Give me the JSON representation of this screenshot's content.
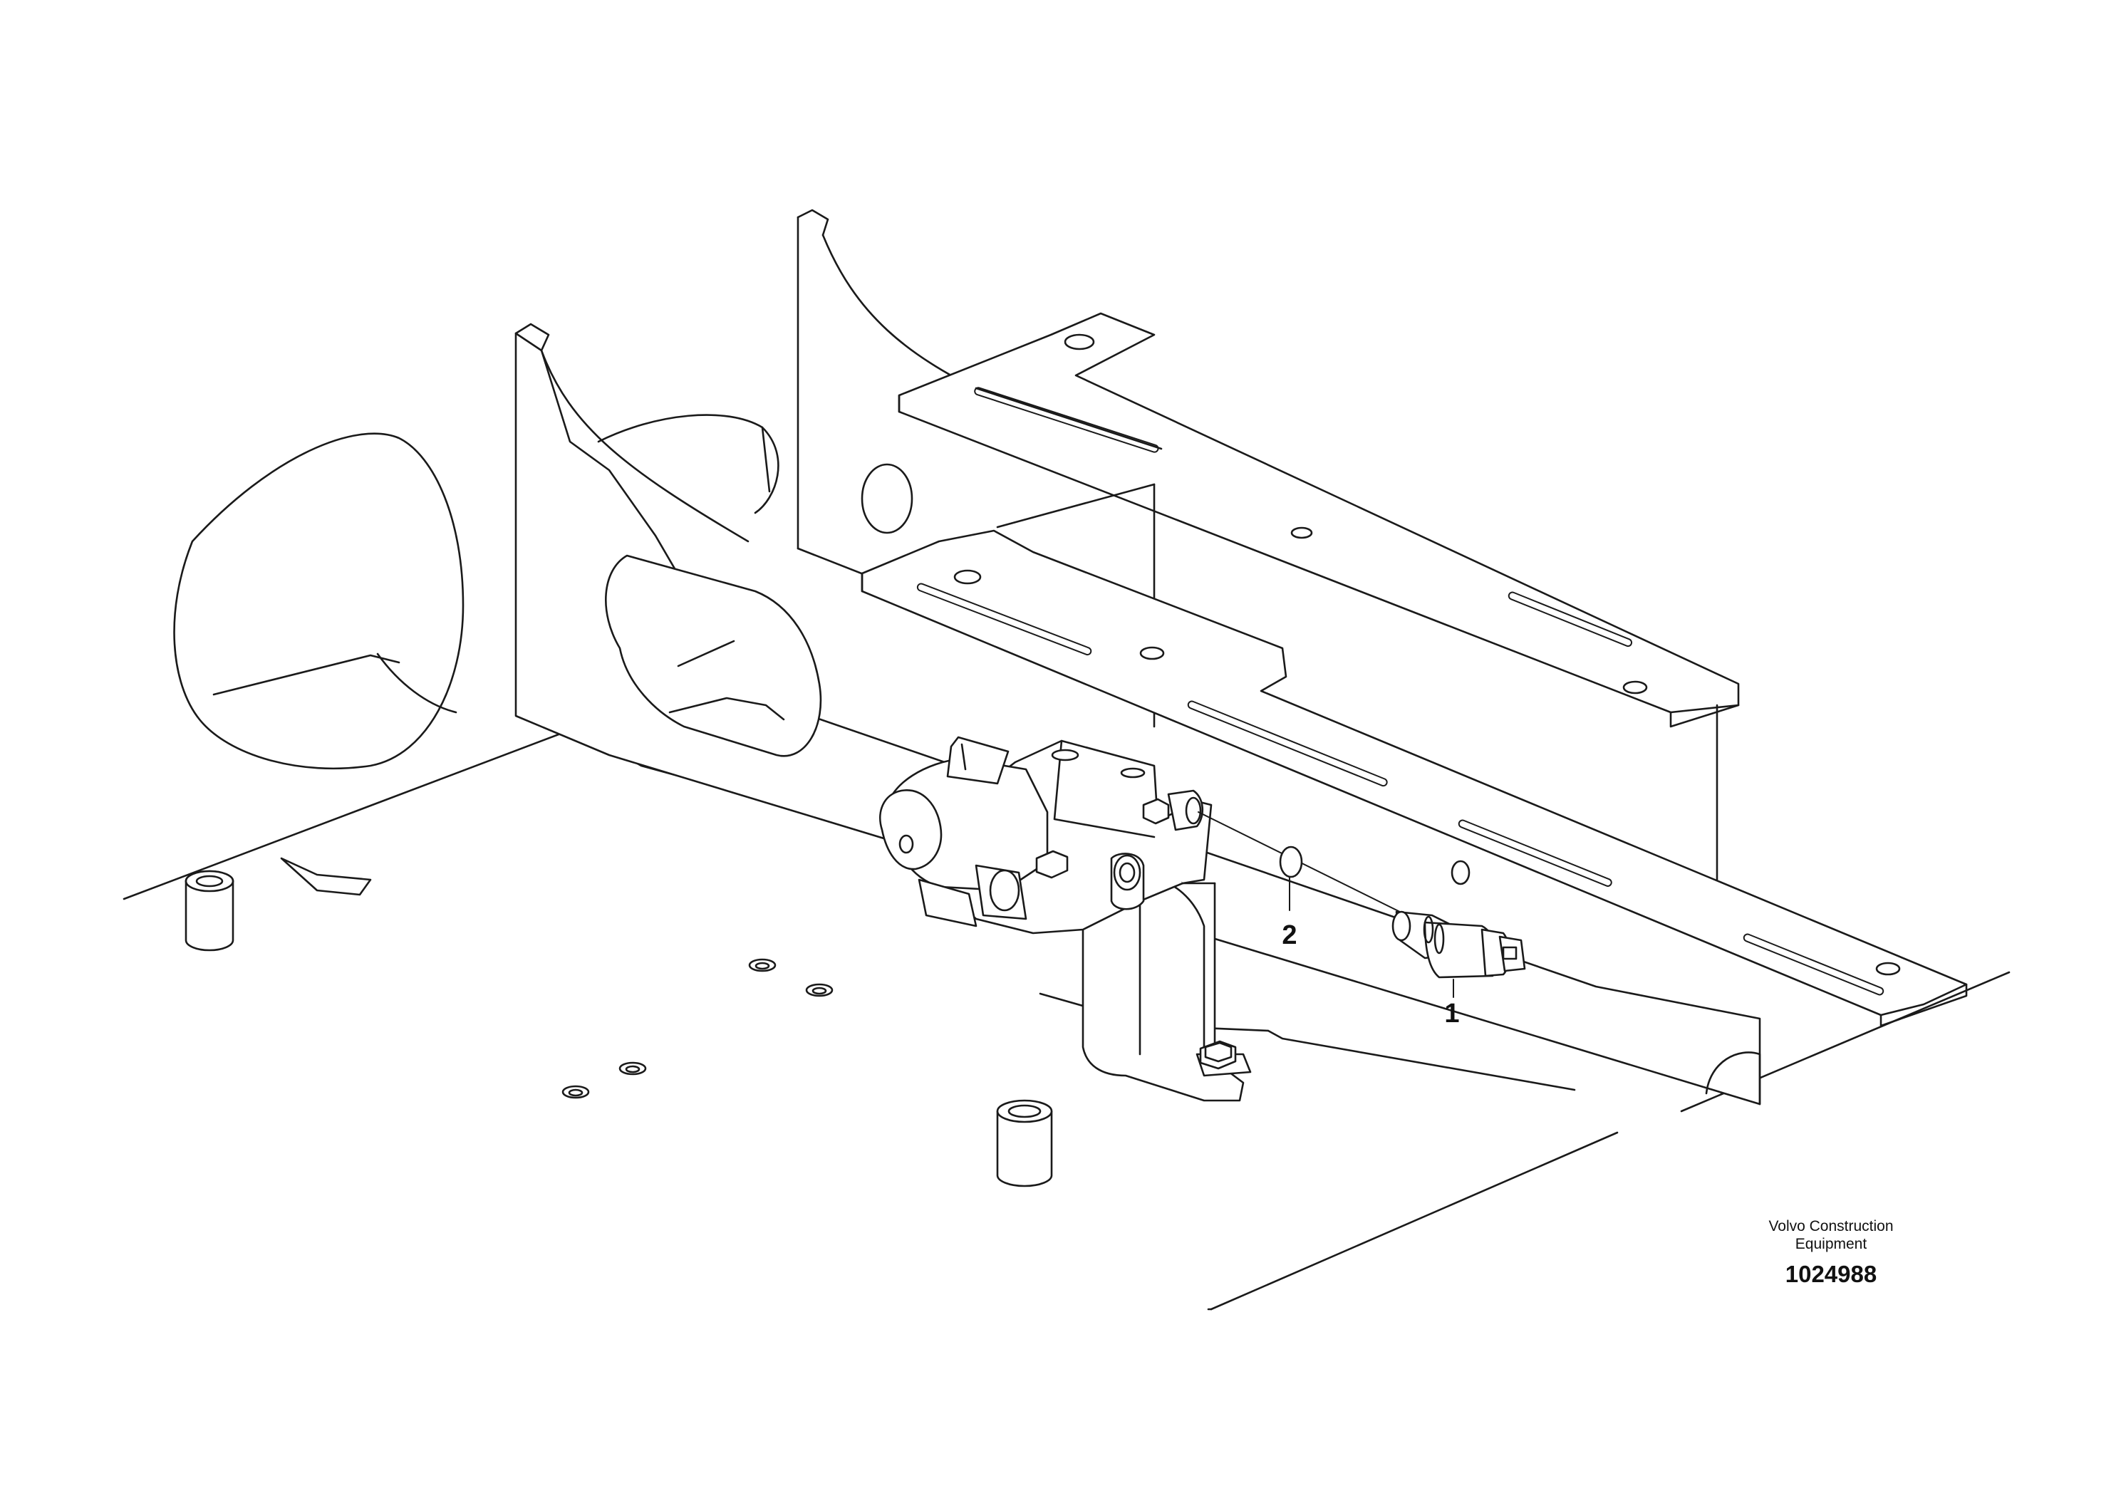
{
  "callouts": [
    {
      "id": "1",
      "text": "1"
    },
    {
      "id": "2",
      "text": "2"
    }
  ],
  "footer": {
    "brand_line1": "Volvo Construction",
    "brand_line2": "Equipment",
    "doc_number": "1024988"
  },
  "colors": {
    "line": "#1a1a1a",
    "background": "#ffffff"
  }
}
